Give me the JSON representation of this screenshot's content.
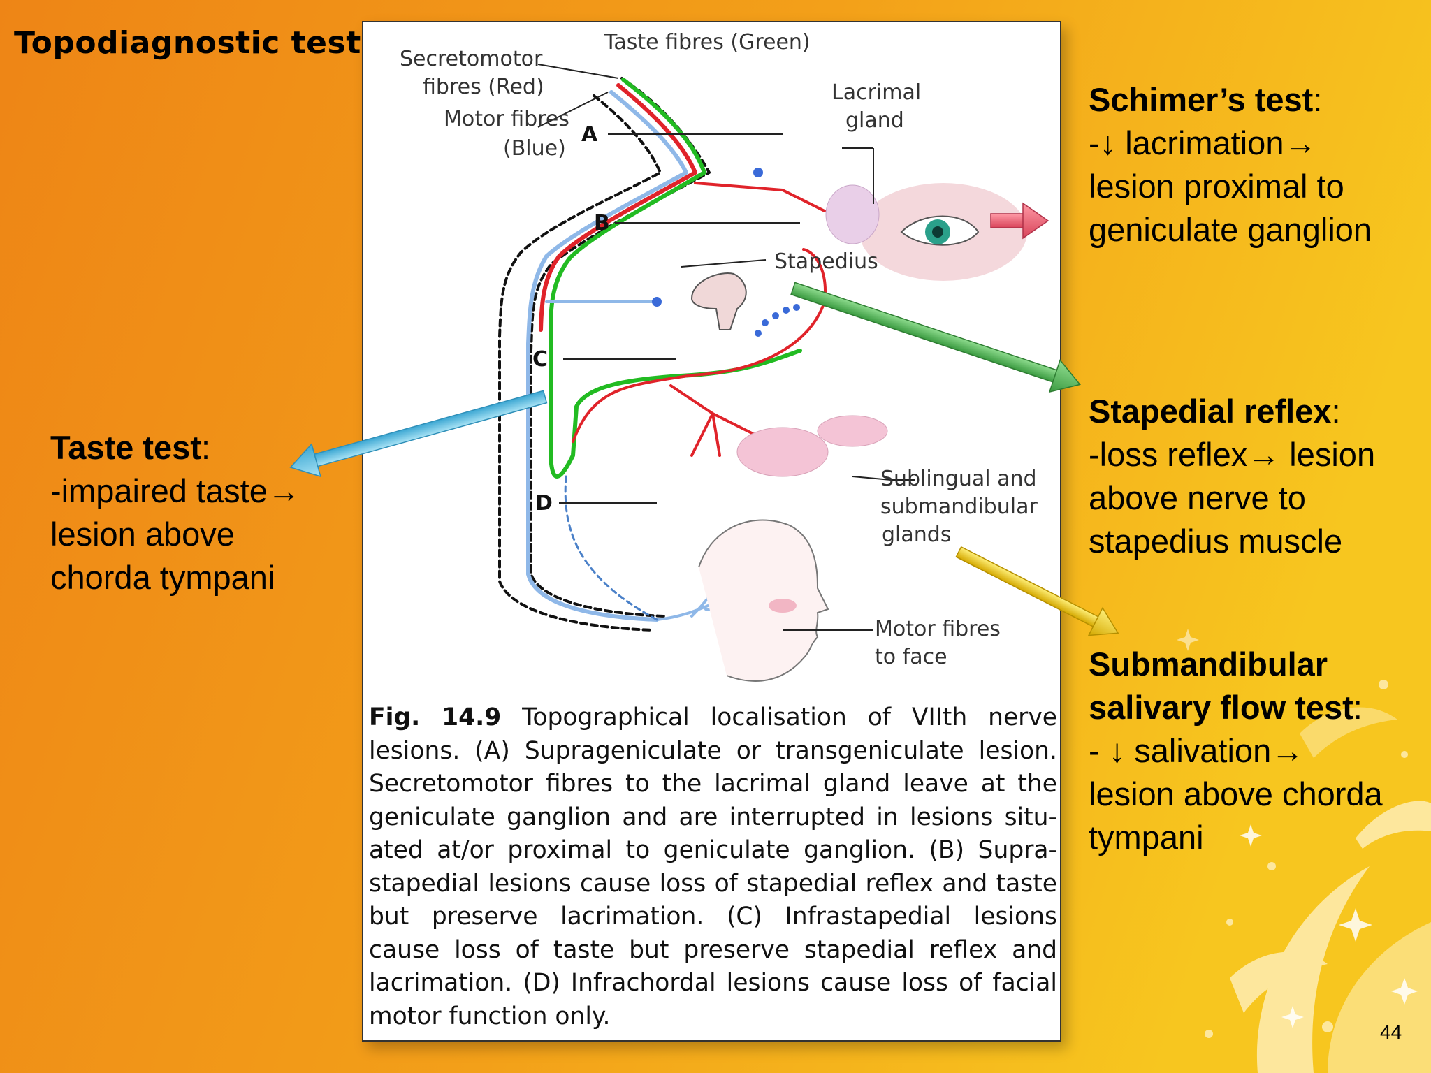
{
  "slide": {
    "title": "Topodiagnostic test",
    "page_number": "44"
  },
  "schimer": {
    "heading": "Schimer’s test",
    "colon": ":",
    "lines": [
      "-↓ lacrimation→",
      "lesion proximal to",
      "geniculate ganglion"
    ]
  },
  "stapedial": {
    "heading": "Stapedial reflex",
    "colon": ":",
    "lines": [
      "-loss reflex→ lesion",
      "above nerve to",
      "stapedius muscle"
    ]
  },
  "submandibular": {
    "heading_lines": [
      "Submandibular",
      "salivary flow test"
    ],
    "colon": ":",
    "lines": [
      "- ↓ salivation→",
      "lesion above chorda",
      "tympani"
    ]
  },
  "taste": {
    "heading": "Taste test",
    "colon": ":",
    "lines": [
      "-impaired taste→",
      "lesion above",
      "chorda tympani"
    ]
  },
  "figure": {
    "labels": {
      "taste_fibres": "Taste fibres (Green)",
      "secretomotor_1": "Secretomotor",
      "secretomotor_2": "fibres (Red)",
      "motor_1": "Motor fibres",
      "motor_2": "(Blue)",
      "lacrimal_1": "Lacrimal",
      "lacrimal_2": "gland",
      "stapedius": "Stapedius",
      "sublingual_1": "Sublingual and",
      "sublingual_2": "submandibular",
      "sublingual_3": "glands",
      "motor_face_1": "Motor fibres",
      "motor_face_2": "to face",
      "a": "A",
      "b": "B",
      "c": "C",
      "d": "D"
    },
    "caption_figno": "Fig. 14.9",
    "caption_text": " Topographical localisation of VIIth nerve lesions. (A) Suprageniculate or transgeniculate lesion. Secretomotor fibres to the lacrimal gland leave at the geniculate ganglion and are interrupted in lesions situ­ated at/or proximal to geniculate ganglion. (B) Supra­stapedial lesions cause loss of stapedial reflex and taste but preserve lacrimation. (C) Infrastapedial lesions cause loss of taste but preserve stapedial reflex and lacrimation. (D) Infrachordal lesions cause loss of facial motor function only."
  },
  "colors": {
    "background_left": "#ef8a18",
    "background_right": "#f6c21e",
    "taste_fibre": "#22bb22",
    "secretomotor_fibre": "#e0232a",
    "motor_fibre": "#8fb8e8",
    "arrow_blue": "#5bbbe0",
    "arrow_green": "#4caf50",
    "arrow_yellow": "#e8c200",
    "arrow_red": "#e85a6a"
  }
}
